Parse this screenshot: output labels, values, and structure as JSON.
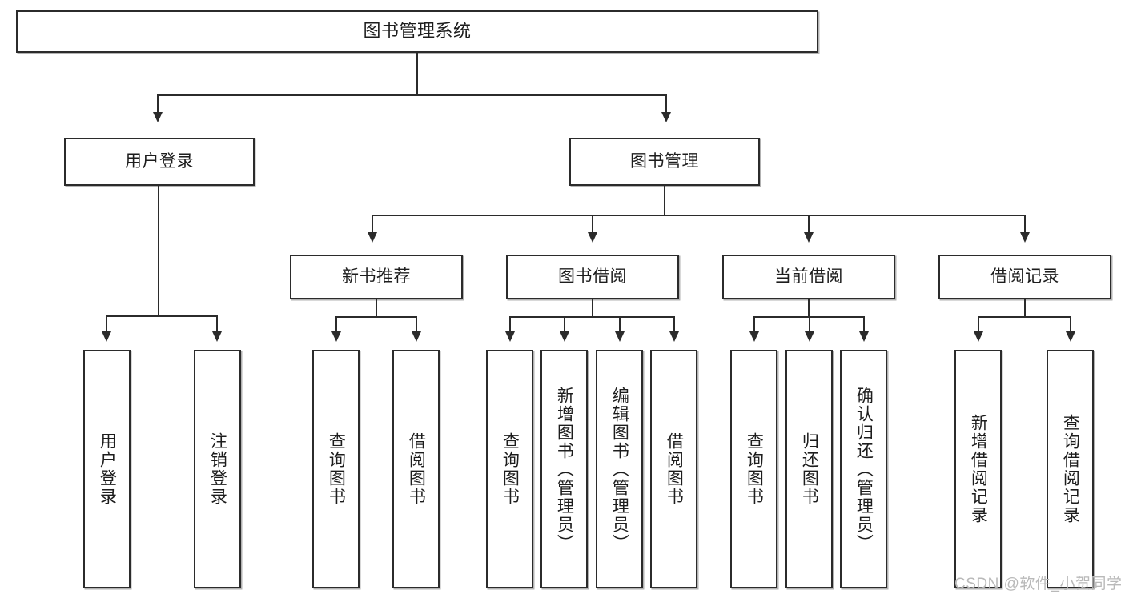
{
  "diagram": {
    "type": "tree",
    "title": "图书管理系统",
    "watermark": "CSDN @软件_小贺同学",
    "colors": {
      "box_border": "#2b2b2b",
      "box_fill": "#ffffff",
      "text": "#1d1d1d",
      "connector": "#2b2b2b",
      "watermark": "#b9b9b9",
      "background": "#ffffff"
    },
    "nodes": {
      "root": {
        "label": "图书管理系统"
      },
      "level2": [
        {
          "id": "user-login",
          "label": "用户登录"
        },
        {
          "id": "book-manage",
          "label": "图书管理"
        }
      ],
      "level3": [
        {
          "id": "new-book-recommend",
          "label": "新书推荐"
        },
        {
          "id": "book-borrow",
          "label": "图书借阅"
        },
        {
          "id": "current-borrow",
          "label": "当前借阅"
        },
        {
          "id": "borrow-record",
          "label": "借阅记录"
        }
      ],
      "leaves": {
        "user_login": [
          {
            "id": "leaf-user-login",
            "label": "用户登录"
          },
          {
            "id": "leaf-logout-login",
            "label": "注销登录"
          }
        ],
        "new_book_recommend": [
          {
            "id": "leaf-query-book-1",
            "label": "查询图书"
          },
          {
            "id": "leaf-borrow-book-1",
            "label": "借阅图书"
          }
        ],
        "book_borrow": [
          {
            "id": "leaf-query-book-2",
            "label": "查询图书"
          },
          {
            "id": "leaf-add-book",
            "label": "新增图书（管理员）"
          },
          {
            "id": "leaf-edit-book",
            "label": "编辑图书（管理员）"
          },
          {
            "id": "leaf-borrow-book-2",
            "label": "借阅图书"
          }
        ],
        "current_borrow": [
          {
            "id": "leaf-query-book-3",
            "label": "查询图书"
          },
          {
            "id": "leaf-return-book",
            "label": "归还图书"
          },
          {
            "id": "leaf-confirm-return",
            "label": "确认归还（管理员）"
          }
        ],
        "borrow_record": [
          {
            "id": "leaf-add-record",
            "label": "新增借阅记录"
          },
          {
            "id": "leaf-query-record",
            "label": "查询借阅记录"
          }
        ]
      }
    }
  }
}
